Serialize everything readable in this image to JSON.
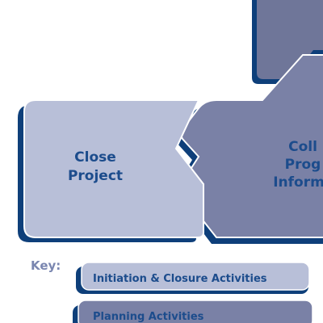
{
  "colors": {
    "shadow": "#0e3f7a",
    "light_fill": "#b8bfd8",
    "medium_fill": "#7a81a6",
    "dark_top_fill": "#6f7699",
    "outline": "#ffffff",
    "text": "#1c4c8c",
    "key_label": "#7a86b0"
  },
  "shapes": {
    "close_project": {
      "line1": "Close",
      "line2": "Project"
    },
    "collect_progress": {
      "line1": "Coll",
      "line2": "Prog",
      "line3": "Inform"
    }
  },
  "key": {
    "title": "Key:",
    "items": [
      {
        "label": "Initiation & Closure Activities"
      },
      {
        "label": "Planning Activities"
      }
    ]
  }
}
